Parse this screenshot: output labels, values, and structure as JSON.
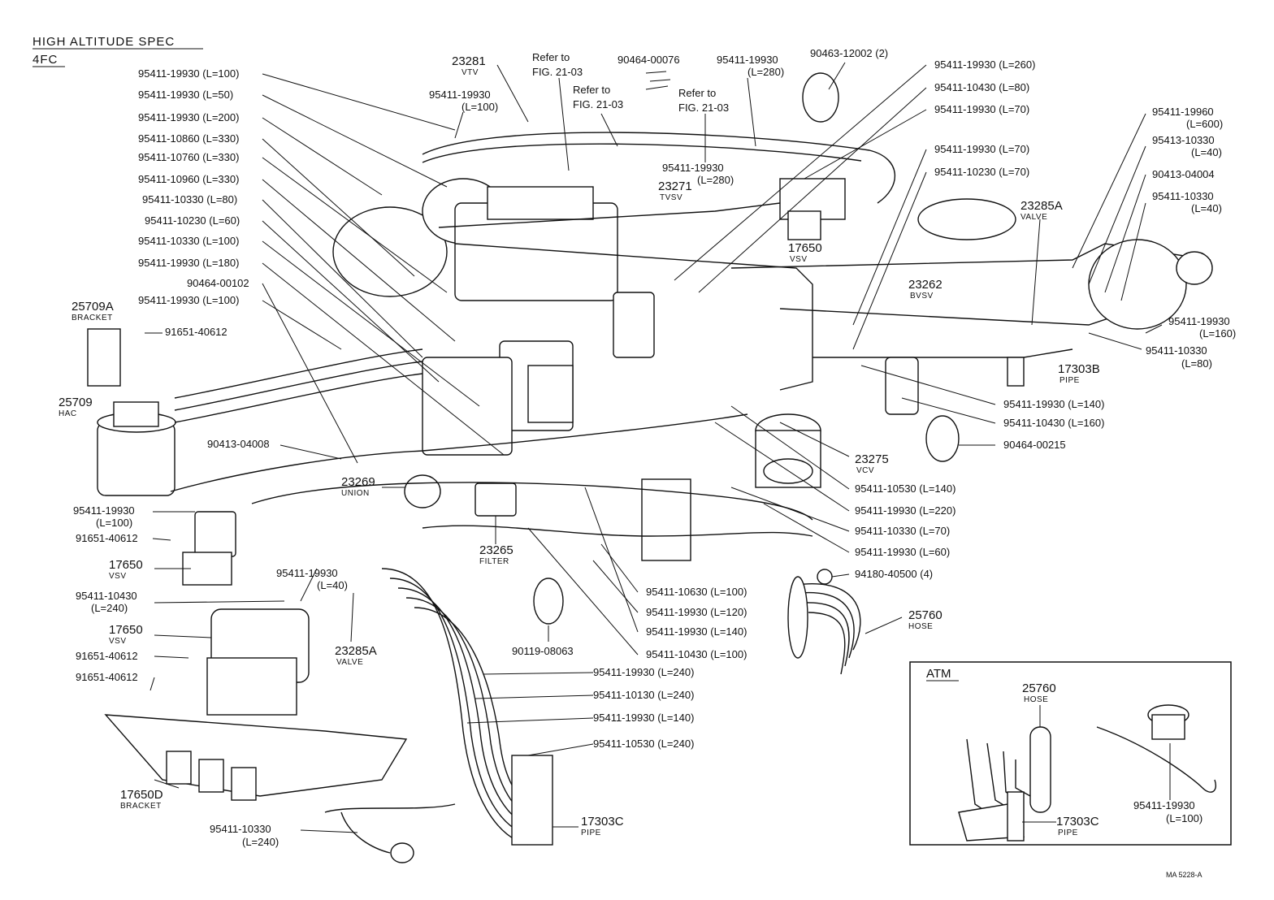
{
  "header": {
    "line1": "HIGH ALTITUDE SPEC",
    "line2": "4FC"
  },
  "refs": {
    "r1": "Refer to",
    "r1b": "FIG. 21-03",
    "r2": "Refer to",
    "r2b": "FIG. 21-03",
    "r3": "Refer to",
    "r3b": "FIG. 21-03"
  },
  "labels": {
    "p23281": "23281",
    "p23281s": "VTV",
    "p90464_00076": "90464-00076",
    "p95411_19930_280a": "95411-19930",
    "p95411_19930_280a_l": "(L=280)",
    "p90463_12002": "90463-12002 (2)",
    "p95411_19930_100_top": "95411-19930",
    "p95411_19930_100_top_l": "(L=100)",
    "l1": "95411-19930 (L=100)",
    "l2": "95411-19930 (L=50)",
    "l3": "95411-19930 (L=200)",
    "l4": "95411-10860 (L=330)",
    "l5": "95411-10760 (L=330)",
    "l6": "95411-10960 (L=330)",
    "l7": "95411-10330 (L=80)",
    "l8": "95411-10230 (L=60)",
    "l9": "95411-10330 (L=100)",
    "l10": "95411-19930 (L=180)",
    "l11": "90464-00102",
    "l12": "95411-19930 (L=100)",
    "p25709A": "25709A",
    "p25709As": "BRACKET",
    "p91651_40612a": "91651-40612",
    "p25709": "25709",
    "p25709s": "HAC",
    "p90413_04008": "90413-04008",
    "p23269": "23269",
    "p23269s": "UNION",
    "p95411_19930_100b": "95411-19930",
    "p95411_19930_100b_l": "(L=100)",
    "p91651_40612b": "91651-40612",
    "p17650a": "17650",
    "p17650as": "VSV",
    "p95411_19930_40": "95411-19930",
    "p95411_19930_40_l": "(L=40)",
    "p95411_10430_240": "95411-10430",
    "p95411_10430_240_l": "(L=240)",
    "p17650b": "17650",
    "p17650bs": "VSV",
    "p23285A_b": "23285A",
    "p23285A_bs": "VALVE",
    "p91651_40612c": "91651-40612",
    "p91651_40612d": "91651-40612",
    "p17650D": "17650D",
    "p17650Ds": "BRACKET",
    "p95411_10330_240": "95411-10330",
    "p95411_10330_240_l": "(L=240)",
    "p23265": "23265",
    "p23265s": "FILTER",
    "p90119_08063": "90119-08063",
    "p17303C": "17303C",
    "p17303Cs": "PIPE",
    "p95411_19930_280b": "95411-19930",
    "p95411_19930_280b_l": "(L=280)",
    "p23271": "23271",
    "p23271s": "TVSV",
    "p17650c": "17650",
    "p17650cs": "VSV",
    "r_260": "95411-19930 (L=260)",
    "r_80": "95411-10430 (L=80)",
    "r_70": "95411-19930 (L=70)",
    "r_70b": "95411-19930 (L=70)",
    "r_10230_70": "95411-10230 (L=70)",
    "r_19960": "95411-19960",
    "r_19960_l": "(L=600)",
    "r_10330_40": "95413-10330",
    "r_10330_40_l": "(L=40)",
    "r_90413": "90413-04004",
    "r_10330_40b": "95411-10330",
    "r_10330_40b_l": "(L=40)",
    "p23285A": "23285A",
    "p23285As": "VALVE",
    "p23262": "23262",
    "p23262s": "BVSV",
    "r_19930_160": "95411-19930",
    "r_19930_160_l": "(L=160)",
    "r_10330_80": "95411-10330",
    "r_10330_80_l": "(L=80)",
    "p17303B": "17303B",
    "p17303Bs": "PIPE",
    "r_140": "95411-19930 (L=140)",
    "r_10430_160": "95411-10430 (L=160)",
    "r_90464_00215": "90464-00215",
    "p23275": "23275",
    "p23275s": "VCV",
    "r_10530_140": "95411-10530 (L=140)",
    "r_220": "95411-19930 (L=220)",
    "r_10330_70": "95411-10330 (L=70)",
    "r_60": "95411-19930 (L=60)",
    "r_94180": "94180-40500 (4)",
    "p25760": "25760",
    "p25760s": "HOSE",
    "m_10630": "95411-10630 (L=100)",
    "m_120": "95411-19930 (L=120)",
    "m_140": "95411-19930 (L=140)",
    "m_10430_100": "95411-10430 (L=100)",
    "m_240a": "95411-19930 (L=240)",
    "m_10130": "95411-10130 (L=240)",
    "m_140b": "95411-19930 (L=140)",
    "m_10530_240": "95411-10530 (L=240)",
    "atm_title": "ATM",
    "atm_25760": "25760",
    "atm_25760s": "HOSE",
    "atm_17303C": "17303C",
    "atm_17303Cs": "PIPE",
    "atm_19930": "95411-19930",
    "atm_19930_l": "(L=100)"
  },
  "footer_code": "MA 5228-A"
}
